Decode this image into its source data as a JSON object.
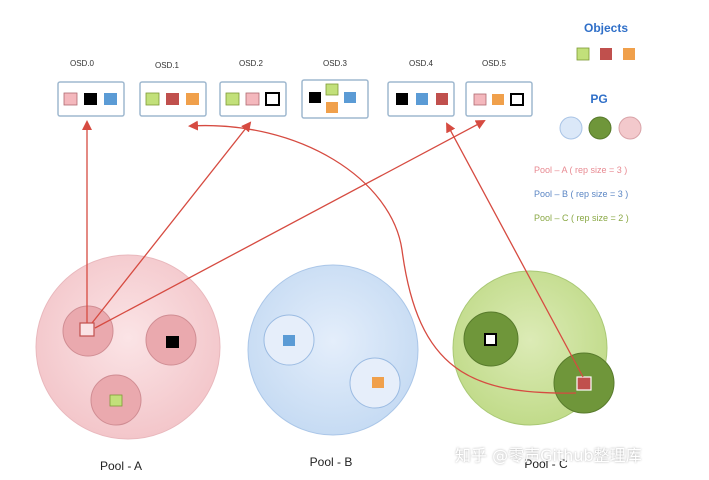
{
  "osds": [
    {
      "label": "OSD.0",
      "objects": [
        "pink",
        "black",
        "blue"
      ]
    },
    {
      "label": "OSD.1",
      "objects": [
        "green",
        "red",
        "orange"
      ]
    },
    {
      "label": "OSD.2",
      "objects": [
        "green",
        "pink",
        "white"
      ]
    },
    {
      "label": "OSD.3",
      "objects": [
        "black",
        "green",
        "blue",
        "orange"
      ]
    },
    {
      "label": "OSD.4",
      "objects": [
        "black",
        "blue",
        "red"
      ]
    },
    {
      "label": "OSD.5",
      "objects": [
        "pink",
        "orange",
        "white"
      ]
    }
  ],
  "legend": {
    "objects_title": "Objects",
    "pg_title": "PG",
    "pool_a": "Pool – A ( rep size = 3 )",
    "pool_b": "Pool – B ( rep size = 3 )",
    "pool_c": "Pool – C ( rep size = 2 )"
  },
  "pools": [
    {
      "label": "Pool - A"
    },
    {
      "label": "Pool - B"
    },
    {
      "label": "Pool - C"
    }
  ],
  "watermark": "知乎 @零声Github整理库",
  "colors": {
    "pink": "#f4b8bd",
    "black": "#000000",
    "blue": "#5b9bd5",
    "green": "#c2e07a",
    "red": "#c0504d",
    "orange": "#f0a04b",
    "white": "#ffffff",
    "arrow": "#d64b41",
    "title_blue": "#2f6fc8"
  }
}
